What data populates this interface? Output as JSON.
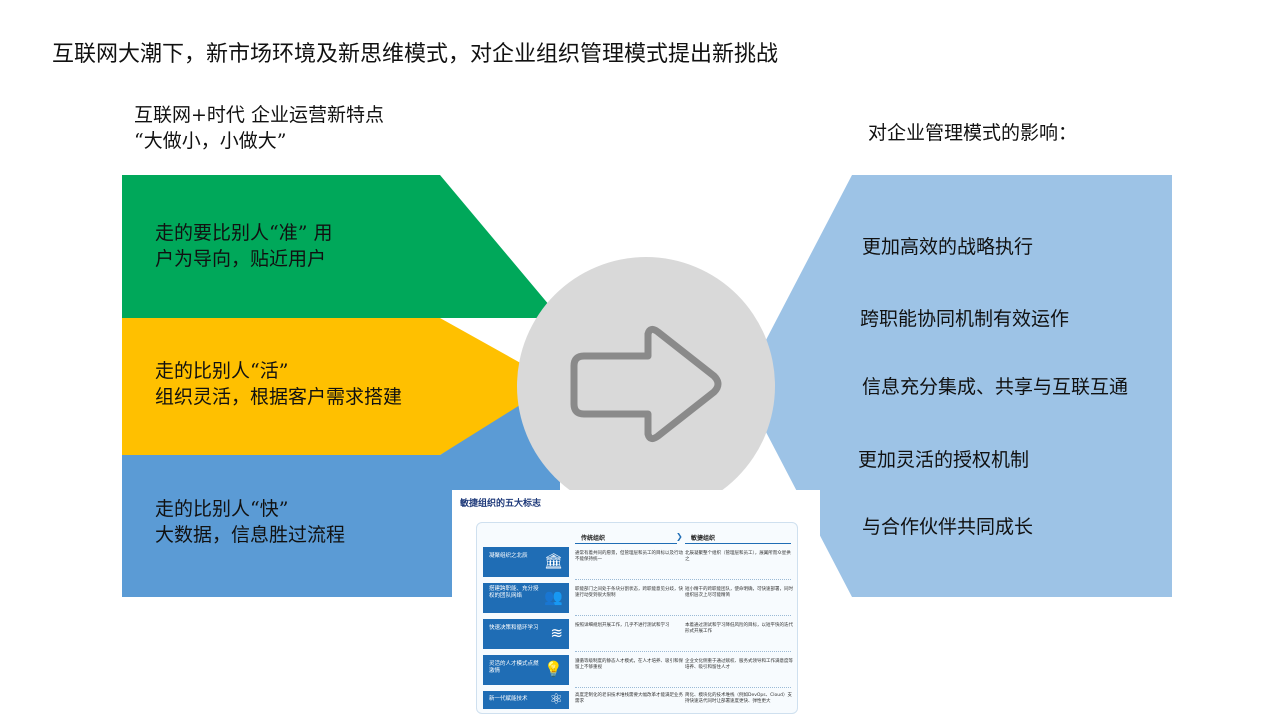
{
  "title": "互联网大潮下，新市场环境及新思维模式，对企业组织管理模式提出新挑战",
  "left_header": {
    "line1": "互联网+时代  企业运营新特点",
    "line2": "“大做小，小做大”"
  },
  "right_header": "对企业管理模式的影响：",
  "bands": [
    {
      "line1": "走的要比别人“准” 用",
      "line2": "户为导向，贴近用户",
      "color": "#00a85a"
    },
    {
      "line1": "走的比别人“活”",
      "line2": "组织灵活，根据客户需求搭建",
      "color": "#ffc000"
    },
    {
      "line1": "走的比别人“快”",
      "line2": "大数据，信息胜过流程",
      "color": "#5b9bd5"
    }
  ],
  "right_panel_color": "#9dc3e6",
  "right_items": [
    "更加高效的战略执行",
    "跨职能协同机制有效运作",
    "信息充分集成、共享与互联互通",
    "更加灵活的授权机制",
    "与合作伙伴共同成长"
  ],
  "center_icon": "right-arrow-icon",
  "table": {
    "title": "敏捷组织的五大标志",
    "col_traditional": "传统组织",
    "col_agile": "敏捷组织",
    "rows": [
      {
        "name": "凝聚组织之北辰",
        "icon": "institution-icon",
        "glyph": "🏛",
        "traditional": "通常有着共同的愿景，但管理层和员工的目标以及行动不能保持统一",
        "agile": "北辰凝聚整个组织（管理层和员工），展翼所而众星拱之"
      },
      {
        "name": "搭建跨职能、充分授权的团队网络",
        "icon": "team-icon",
        "glyph": "👥",
        "traditional": "职能部门之间处于条块分割状态，跨职能意见分歧，快速行动受到很大限制",
        "agile": "短小精干的跨职能团队，使命明确，可快速部署，同时组织层次上尽可能精简"
      },
      {
        "name": "快速决策和循环学习",
        "icon": "layers-icon",
        "glyph": "≋",
        "traditional": "按照详细规划开展工作，几乎不进行测试和学习",
        "agile": "本着通过测试和学习降低风险的目标，以短平快的迭代形式开展工作"
      },
      {
        "name": "灵活的人才模式点燃激情",
        "icon": "lightbulb-icon",
        "glyph": "💡",
        "traditional": "遵循等级制度的静态人才模式，在人才培养、吸引和保留上不够重视",
        "agile": "企业文化侧重于通过赋权、服务式领导和工作满意度等培养、吸引和留住人才"
      },
      {
        "name": "新一代赋能技术",
        "icon": "atom-icon",
        "glyph": "⚛",
        "traditional": "高度定制化的老旧技术堆栈需要大幅改革才能满足业务需求",
        "agile": "简化、模块化的技术堆栈（例如DevOps、Cloud）支持快速迭代同时让部署速度更快、弹性更大"
      }
    ]
  }
}
